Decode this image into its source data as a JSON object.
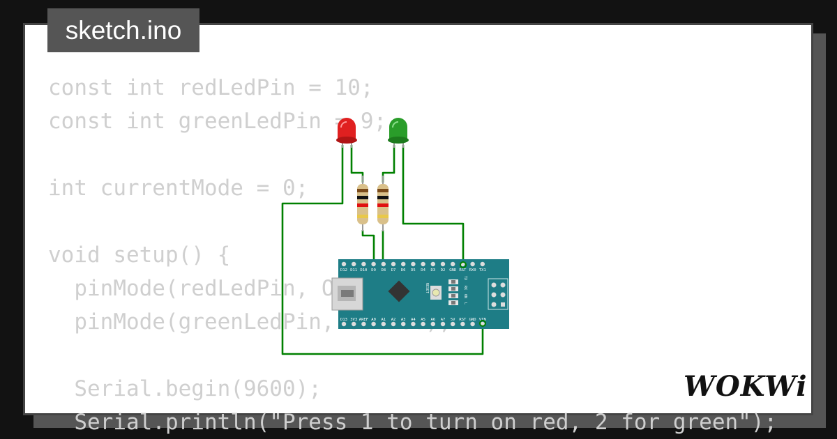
{
  "tab": {
    "filename": "sketch.ino"
  },
  "code_lines": [
    "const int redLedPin = 10;",
    "const int greenLedPin = 9;",
    "",
    "int currentMode = 0;",
    "",
    "void setup() {",
    "  pinMode(redLedPin, OUTPUT);",
    "  pinMode(greenLedPin, OUTPUT);",
    "",
    "  Serial.begin(9600);",
    "  Serial.println(\"Press 1 to turn on red, 2 for green\");"
  ],
  "board": {
    "top_pins": [
      "D12",
      "D11",
      "D10",
      "D9",
      "D8",
      "D7",
      "D6",
      "D5",
      "D4",
      "D3",
      "D2",
      "GND",
      "RST",
      "RX0",
      "TX1"
    ],
    "bottom_pins": [
      "D13",
      "3V3",
      "AREF",
      "A0",
      "A1",
      "A2",
      "A3",
      "A4",
      "A5",
      "A6",
      "A7",
      "5V",
      "RST",
      "GND",
      "VIN"
    ],
    "reset_label": "RESET",
    "led_labels": [
      "TX",
      "RX",
      "ON",
      "L"
    ]
  },
  "brand": {
    "logo_text": "WOKWi"
  },
  "colors": {
    "page_bg": "#121212",
    "card_bg": "#ffffff",
    "tab_bg": "#555555",
    "code_text": "#cfcfcf",
    "wire": "#008000",
    "board": "#1e7d86",
    "led_red": "#e02020",
    "led_green": "#2a9d2a"
  }
}
